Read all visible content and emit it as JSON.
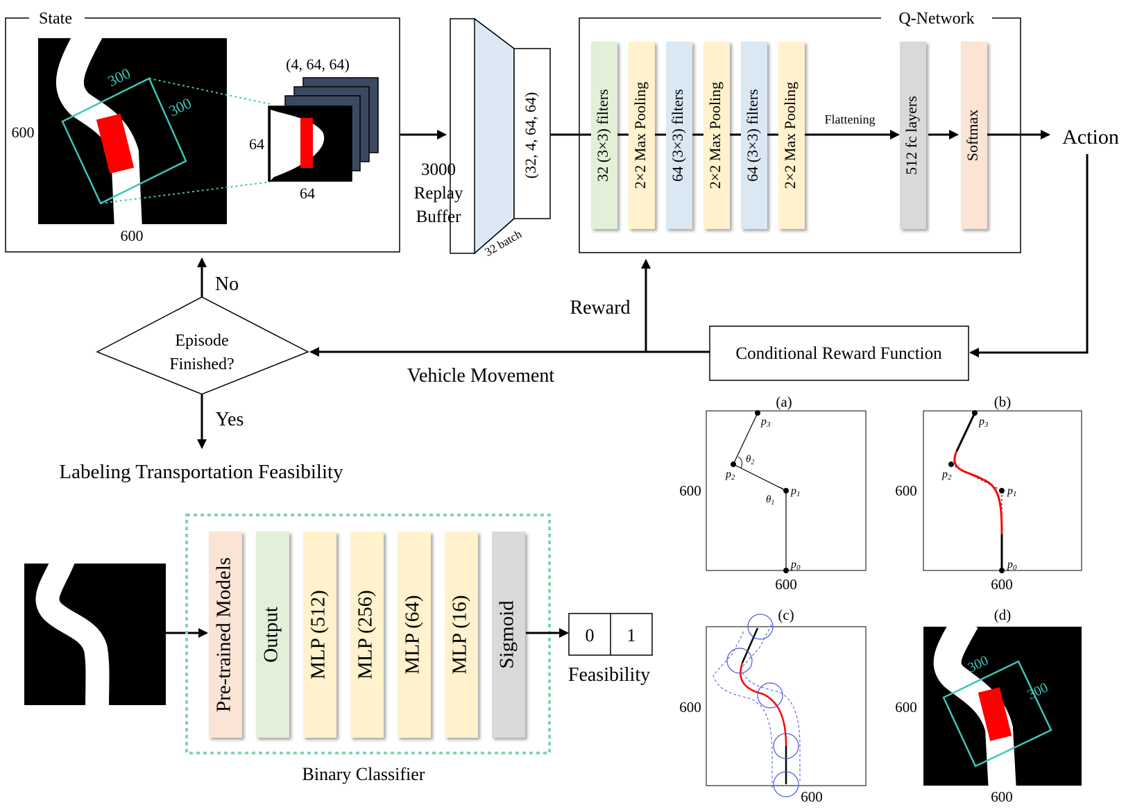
{
  "state": {
    "title": "State",
    "width_label": "600",
    "height_label": "600",
    "crop_w": "300",
    "crop_h": "300",
    "stack_label": "(4, 64, 64)",
    "small_h": "64",
    "small_w": "64"
  },
  "buffer": {
    "line1": "3000",
    "line2": "Replay",
    "line3": "Buffer",
    "shape": "(32, 4, 64, 64)",
    "batch": "32 batch"
  },
  "qnet": {
    "title": "Q-Network",
    "layers": [
      {
        "label": "32 (3×3) filters",
        "color": "#e2efd9"
      },
      {
        "label": "2×2 Max Pooling",
        "color": "#fff2cc"
      },
      {
        "label": "64 (3×3) filters",
        "color": "#dae8f4"
      },
      {
        "label": "2×2 Max Pooling",
        "color": "#fff2cc"
      },
      {
        "label": "64 (3×3) filters",
        "color": "#dae8f4"
      },
      {
        "label": "2×2 Max Pooling",
        "color": "#fff2cc"
      }
    ],
    "flatten": "Flattening",
    "fc": {
      "label": "512 fc layers",
      "color": "#d9d9d9"
    },
    "softmax": {
      "label": "Softmax",
      "color": "#fbe4d5"
    }
  },
  "action": "Action",
  "reward": "Reward",
  "reward_fn": "Conditional Reward Function",
  "vehicle_movement": "Vehicle Movement",
  "decision": {
    "line1": "Episode",
    "line2": "Finished?",
    "no": "No",
    "yes": "Yes"
  },
  "labeling": "Labeling Transportation Feasibility",
  "classifier": {
    "title": "Binary Classifier",
    "layers": [
      {
        "label": "Pre-trained Models",
        "color": "#fbe4d5"
      },
      {
        "label": "Output",
        "color": "#e2efd9"
      },
      {
        "label": "MLP (512)",
        "color": "#fff2cc"
      },
      {
        "label": "MLP (256)",
        "color": "#fff2cc"
      },
      {
        "label": "MLP (64)",
        "color": "#fff2cc"
      },
      {
        "label": "MLP (16)",
        "color": "#fff2cc"
      },
      {
        "label": "Sigmoid",
        "color": "#d9d9d9"
      }
    ],
    "out0": "0",
    "out1": "1",
    "out_label": "Feasibility"
  },
  "panels": {
    "a": {
      "tag": "(a)",
      "w": "600",
      "h": "600"
    },
    "b": {
      "tag": "(b)",
      "w": "600",
      "h": "600"
    },
    "c": {
      "tag": "(c)",
      "w": "600",
      "h": "600"
    },
    "d": {
      "tag": "(d)",
      "w": "600",
      "h": "600",
      "crop_w": "300",
      "crop_h": "300"
    },
    "points": {
      "p0": "p",
      "p1": "p",
      "p2": "p",
      "p3": "p",
      "s0": "0",
      "s1": "1",
      "s2": "2",
      "s3": "3",
      "theta": "θ",
      "t1": "1",
      "t2": "2"
    }
  },
  "colors": {
    "road": "#ffffff",
    "ground": "#000000",
    "vehicle": "#ff0000",
    "crop": "#3cc6b8",
    "stack_back": "#3b4a60",
    "buffer_fill": "#dce9f5",
    "dotted_border": "#7fd6a8",
    "circles": "#4a55e0"
  }
}
